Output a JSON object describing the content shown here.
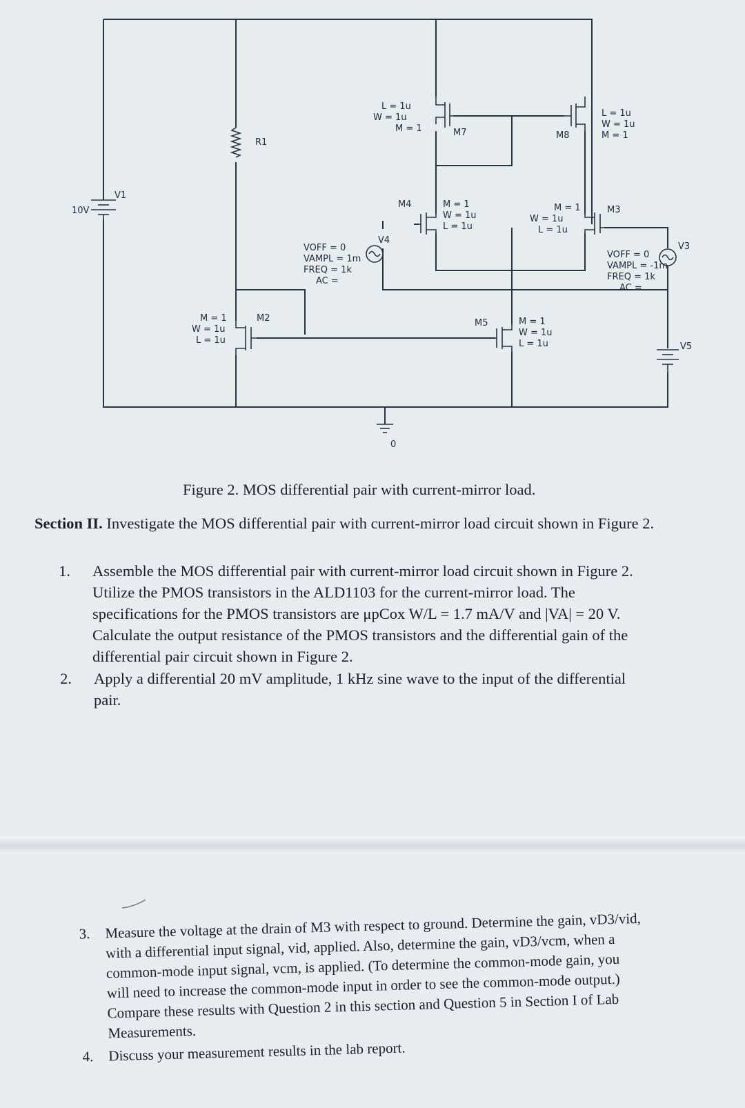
{
  "schematic": {
    "sources": {
      "v1": {
        "name": "V1",
        "value": "10V"
      },
      "v4": {
        "name": "V4",
        "voff": "VOFF = 0",
        "vampl": "VAMPL = 1m",
        "freq": "FREQ = 1k",
        "ac": "AC ="
      },
      "v3": {
        "name": "V3",
        "voff": "VOFF = 0",
        "vampl": "VAMPL = -1m",
        "freq": "FREQ = 1k",
        "ac": "AC ="
      },
      "v5": {
        "name": "V5"
      }
    },
    "resistor": {
      "name": "R1"
    },
    "ground": {
      "label": "0"
    },
    "transistors": {
      "m7": {
        "name": "M7",
        "l": "L = 1u",
        "w": "W = 1u",
        "m": "M = 1"
      },
      "m8": {
        "name": "M8",
        "l": "L = 1u",
        "w": "W = 1u",
        "m": "M = 1"
      },
      "m4": {
        "name": "M4",
        "m": "M = 1",
        "w": "W = 1u",
        "l": "L = 1u"
      },
      "m3": {
        "name": "M3",
        "m": "M = 1",
        "w": "W = 1u",
        "l": "L = 1u"
      },
      "m2": {
        "name": "M2",
        "m": "M = 1",
        "w": "W = 1u",
        "l": "L = 1u"
      },
      "m5": {
        "name": "M5",
        "m": "M = 1",
        "w": "W = 1u",
        "l": "L = 1u"
      }
    }
  },
  "document": {
    "caption": "Figure 2. MOS differential pair with current-mirror load.",
    "section_heading": "Section II.",
    "section_text": "Investigate the MOS differential pair with current-mirror load circuit shown in Figure 2.",
    "items": [
      {
        "num": "1.",
        "lines": [
          "Assemble the MOS differential pair with current-mirror load circuit shown in Figure 2.",
          "Utilize the PMOS transistors in the ALD1103 for the current-mirror load. The",
          "specifications for the PMOS transistors are μpCox W/L = 1.7 mA/V and |VA| = 20 V.",
          "Calculate the output resistance of the PMOS transistors and the differential gain of the",
          "differential pair circuit shown in Figure 2."
        ]
      },
      {
        "num": "2.",
        "lines": [
          "Apply a differential 20 mV amplitude, 1 kHz sine wave to the input of the differential",
          "pair."
        ]
      },
      {
        "num": "3.",
        "lines": [
          "Measure the voltage at the drain of M3 with respect to ground. Determine the gain, vD3/vid,",
          "with a differential input signal, vid, applied. Also, determine the gain, vD3/vcm, when a",
          "common-mode input signal, vcm, is applied. (To determine the common-mode gain, you",
          "will need to increase the common-mode input in order to see the common-mode output.)",
          "Compare these results with Question 2 in this section and Question 5 in Section I of Lab",
          "Measurements."
        ]
      },
      {
        "num": "4.",
        "lines": [
          "Discuss your measurement results in the lab report."
        ]
      }
    ]
  }
}
